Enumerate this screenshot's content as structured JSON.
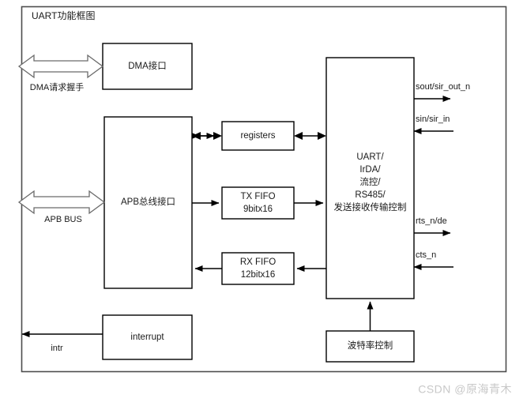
{
  "diagram": {
    "title": "UART功能框图",
    "watermark": "CSDN @原海青木",
    "blocks": {
      "dma": {
        "label": "DMA接口"
      },
      "apb": {
        "label": "APB总线接口"
      },
      "registers": {
        "label": "registers"
      },
      "tx_fifo": {
        "line1": "TX FIFO",
        "line2": "9bitx16"
      },
      "rx_fifo": {
        "line1": "RX FIFO",
        "line2": "12bitx16"
      },
      "interrupt": {
        "label": "interrupt"
      },
      "baud": {
        "label": "波特率控制"
      },
      "uart_core": {
        "line1": "UART/",
        "line2": "IrDA/",
        "line3": "流控/",
        "line4": "RS485/",
        "line5": "发送接收传输控制"
      }
    },
    "signals": {
      "dma_handshake": "DMA请求握手",
      "apb_bus": "APB BUS",
      "intr": "intr",
      "sout": "sout/sir_out_n",
      "sin": "sin/sir_in",
      "rts": "rts_n/de",
      "cts": "cts_n"
    },
    "colors": {
      "stroke": "#000000",
      "frame": "#4d4d4d",
      "text": "#1a1a1a",
      "watermark": "#c8c8c8",
      "background": "#ffffff"
    }
  }
}
